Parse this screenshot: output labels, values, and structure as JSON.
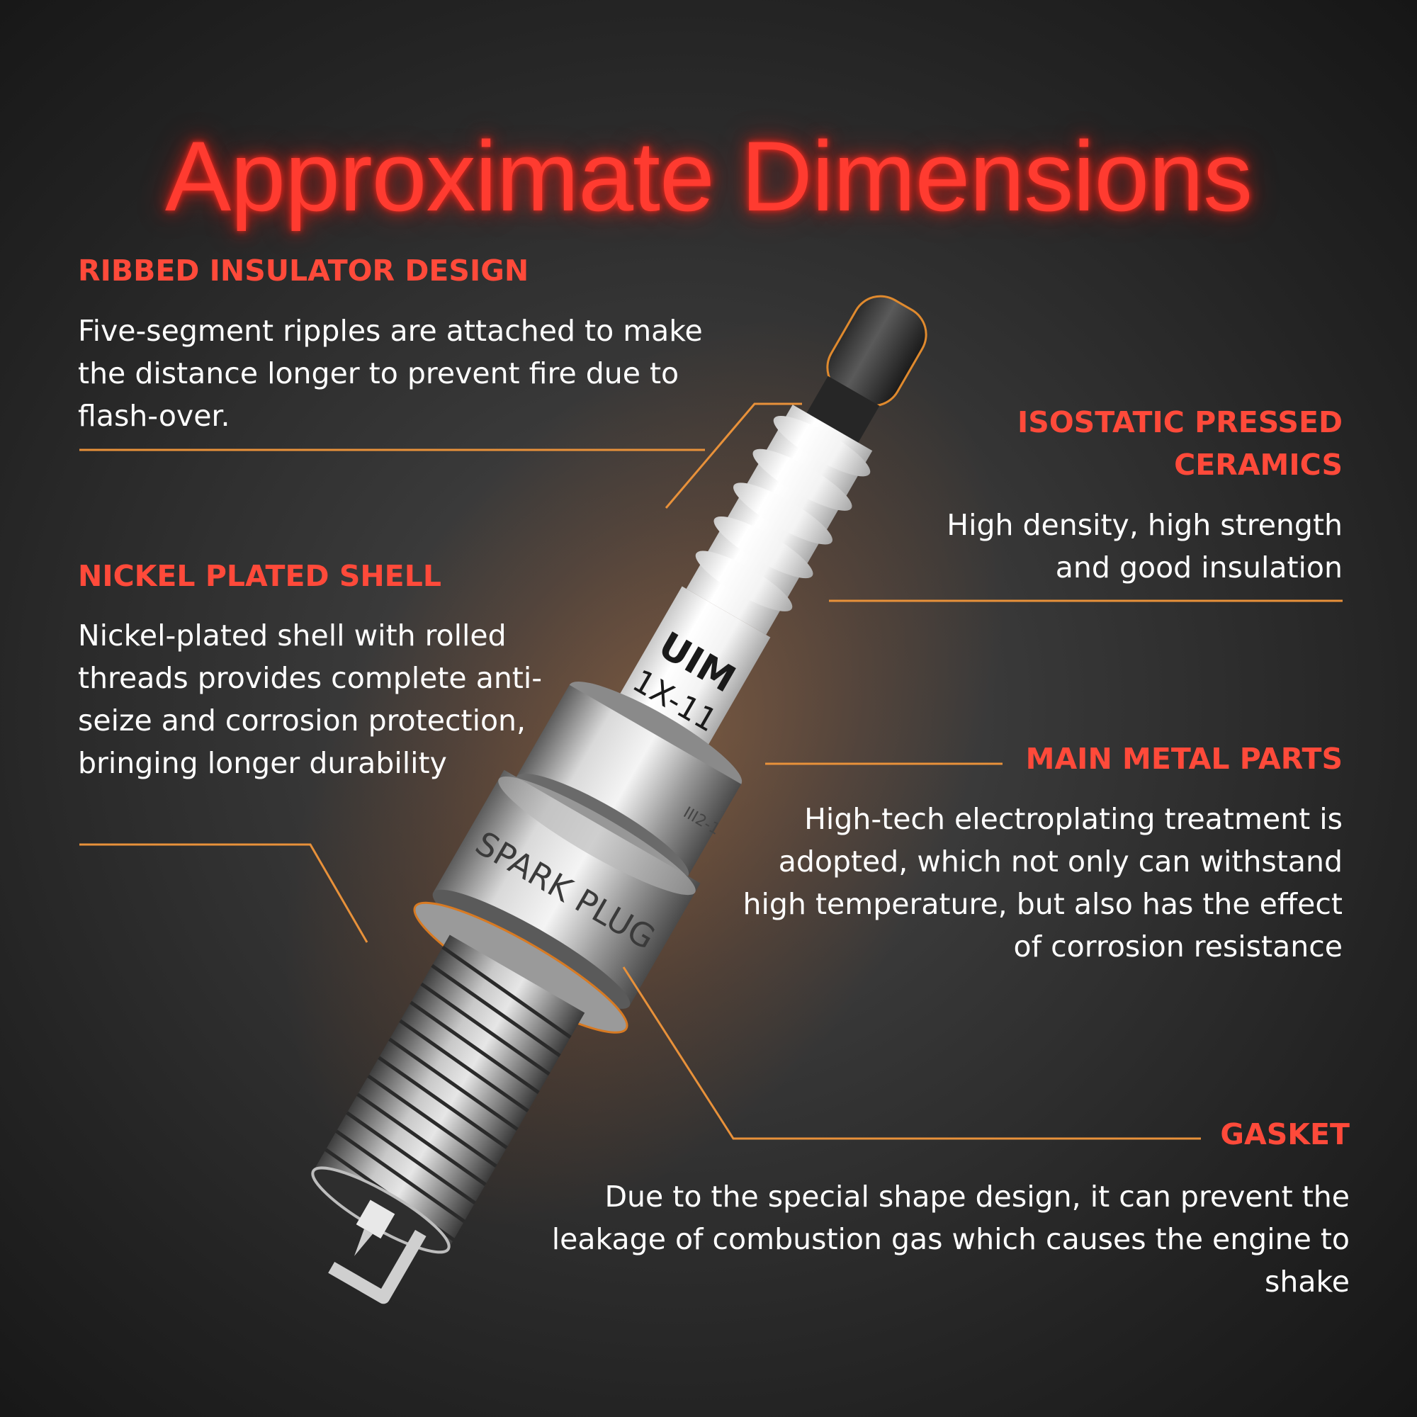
{
  "title": "Approximate Dimensions",
  "features": {
    "ribbed_insulator": {
      "heading": "RIBBED INSULATOR DESIGN",
      "description": "Five-segment ripples are attached to make the distance longer to prevent fire due to flash-over."
    },
    "isostatic_ceramics": {
      "heading_line1": "ISOSTATIC PRESSED",
      "heading_line2": "CERAMICS",
      "description": "High density, high strength and good insulation"
    },
    "nickel_shell": {
      "heading": "NICKEL PLATED SHELL",
      "description": "Nickel-plated shell with rolled threads provides complete anti-seize and corrosion protection, bringing longer durability"
    },
    "main_metal": {
      "heading": "MAIN METAL PARTS",
      "description": "High-tech electroplating treatment is adopted, which not only can withstand high temperature, but also has the effect of corrosion resistance"
    },
    "gasket": {
      "heading": "GASKET",
      "description": "Due to the special shape design, it can prevent the leakage of combustion gas which causes the engine to shake"
    }
  },
  "plug_markings": {
    "brand": "UIM",
    "model": "1X-11",
    "shell_text": "SPARK PLUG",
    "hex_text": "III2-1"
  },
  "colors": {
    "title": "#ff3b30",
    "heading": "#ff4a3a",
    "leader_line": "#e8913a",
    "body_text": "#ffffff",
    "background": "#2e2e2e"
  }
}
